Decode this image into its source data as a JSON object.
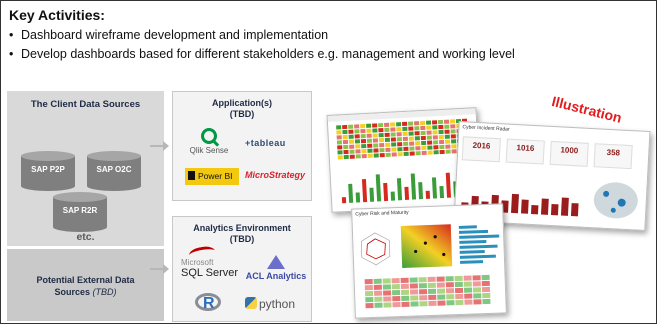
{
  "header": {
    "title": "Key Activities:",
    "bullets": [
      "Dashboard wireframe development and implementation",
      "Develop dashboards based for different stakeholders e.g. management and working level"
    ]
  },
  "client_sources": {
    "title": "The Client Data Sources",
    "databases": [
      "SAP P2P",
      "SAP O2C",
      "SAP R2R"
    ],
    "more": "etc."
  },
  "external_sources": {
    "title": "Potential External Data",
    "title_line2": "Sources",
    "tbd": "(TBD)"
  },
  "applications": {
    "title": "Application(s)",
    "tbd": "(TBD)",
    "logos": {
      "qlik": "Qlik Sense",
      "tableau": "+tableau",
      "powerbi": "Power BI",
      "microstrategy": "MicroStrategy"
    }
  },
  "analytics": {
    "title": "Analytics Environment",
    "tbd": "(TBD)",
    "logos": {
      "sql_small": "Microsoft",
      "sql": "SQL Server",
      "acl": "ACL Analytics",
      "r": "R",
      "python": "python"
    }
  },
  "illustration_label": "Illustration",
  "dashboards": {
    "radar_title": "Cyber Incident Radar",
    "kpis": [
      "2016",
      "1016",
      "1000",
      "358"
    ],
    "risk_title": "Cyber Risk and Maturity"
  },
  "colors": {
    "title_navy": "#1f2a44",
    "panel_gray": "#d9d9d9",
    "cylinder_gray": "#7f7f7f",
    "illustration_red": "#e31d1d",
    "qlik_green": "#009845",
    "powerbi_yellow": "#f2c811",
    "microstrategy_red": "#d9232e"
  }
}
